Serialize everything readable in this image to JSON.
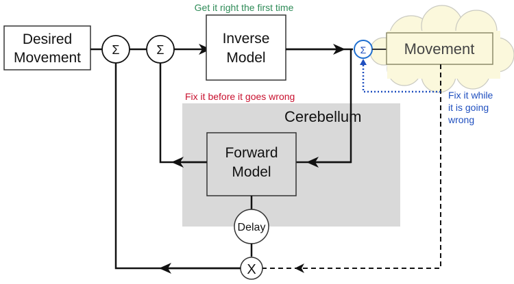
{
  "blocks": {
    "desired_movement": [
      "Desired",
      "Movement"
    ],
    "inverse_model": [
      "Inverse",
      "Model"
    ],
    "forward_model": [
      "Forward",
      "Model"
    ],
    "movement": "Movement",
    "cerebellum": "Cerebellum",
    "delay": "Delay"
  },
  "nodes": {
    "sum_symbol": "Σ",
    "multiply_symbol": "X"
  },
  "annotations": {
    "get_it_right": "Get it right the first time",
    "fix_before": "Fix it before it goes wrong",
    "fix_while": [
      "Fix it while",
      "it is going",
      "wrong"
    ]
  },
  "colors": {
    "green": "#2e8b57",
    "red": "#c8102e",
    "blue": "#1f4fbf",
    "cerebellum_bg": "#d9d9d9",
    "cloud_bg": "#fbf8dc"
  }
}
